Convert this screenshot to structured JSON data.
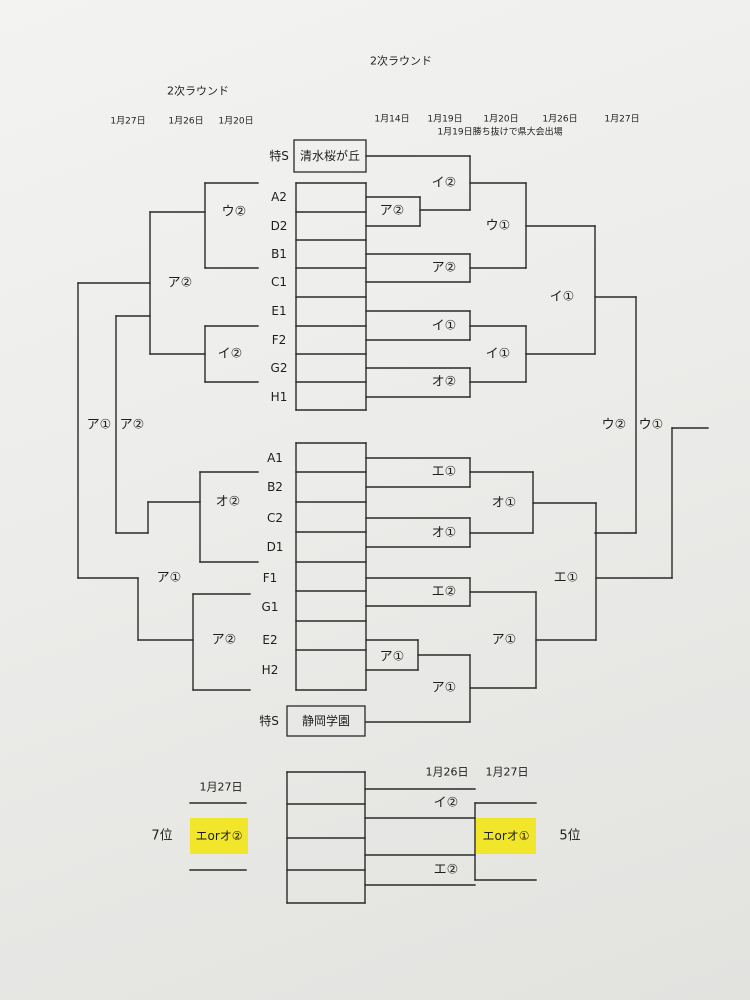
{
  "header": {
    "top_title": "2次ラウンド",
    "left_title": "2次ラウンド",
    "dates_left": [
      "1月27日",
      "1月26日",
      "1月20日"
    ],
    "dates_right": [
      "1月14日",
      "1月19日",
      "1月20日",
      "1月26日",
      "1月27日"
    ],
    "note": "1月19日勝ち抜けで県大会出場"
  },
  "seeds": {
    "top": {
      "label": "特S",
      "team": "清水桜が丘"
    },
    "bottom": {
      "label": "特S",
      "team": "静岡学園"
    }
  },
  "slots_top": [
    "A2",
    "D2",
    "B1",
    "C1",
    "E1",
    "F2",
    "G2",
    "H1"
  ],
  "slots_bottom": [
    "A1",
    "B2",
    "C2",
    "D1",
    "F1",
    "G1",
    "E2",
    "H2"
  ],
  "left_labels": {
    "top_u2": "ウ②",
    "top_a2": "ア②",
    "top_i2": "イ②",
    "mid_a1": "ア①",
    "mid_a2": "ア②",
    "bot_o2": "オ②",
    "bot_a1": "ア①",
    "bot_a2": "ア②"
  },
  "right_labels": {
    "a2_first": "ア②",
    "i2_top": "イ②",
    "a2_second": "ア②",
    "i1_first": "イ①",
    "o2_first": "オ②",
    "i1_second": "イ①",
    "u1_top": "ウ①",
    "i1_third": "イ①",
    "e1_first": "エ①",
    "o1_first": "オ①",
    "e2_first": "エ②",
    "a1_first": "ア①",
    "a1_second": "ア①",
    "o1_second": "オ①",
    "a1_third": "ア①",
    "e1_second": "エ①",
    "u2_mid": "ウ②",
    "u1_mid": "ウ①"
  },
  "placement": {
    "left_date": "1月27日",
    "right_dates": [
      "1月26日",
      "1月27日"
    ],
    "seventh": "7位",
    "fifth": "5位",
    "left_highlight": "エorオ②",
    "right_highlight": "エorオ①",
    "i2": "イ②",
    "e2": "エ②"
  },
  "colors": {
    "highlight": "#f2e62a",
    "ink": "#2a2a2a"
  }
}
